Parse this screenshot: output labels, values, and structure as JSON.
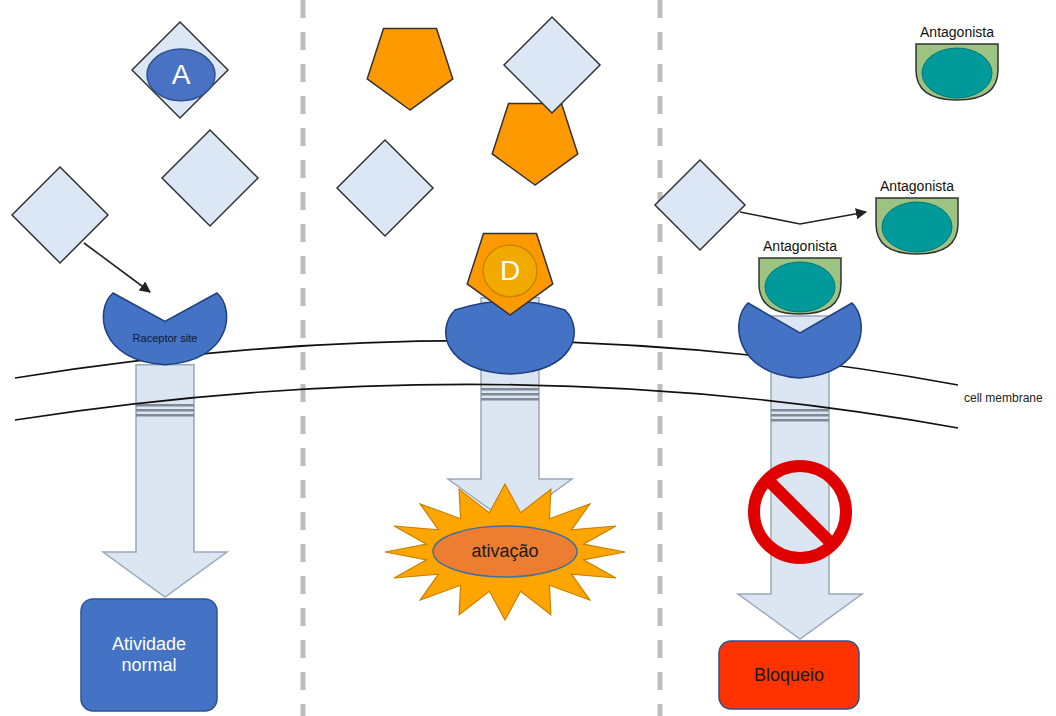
{
  "diagram": {
    "nodes": [
      {
        "text": [
          "A"
        ]
      },
      {
        "text": [
          "Raceptor site"
        ]
      },
      {
        "text": [
          "D"
        ]
      },
      {
        "text": [
          "ativação"
        ]
      },
      {
        "text": [
          "Antagonista"
        ]
      },
      {
        "text": [
          "Antagonista"
        ]
      },
      {
        "text": [
          "Antagonista"
        ]
      },
      {
        "text": [
          "Atividade normal"
        ]
      },
      {
        "text": [
          "Bloqueio"
        ]
      }
    ],
    "edges": [
      {
        "from": 1,
        "to": 7,
        "arrow": "to"
      },
      {
        "from": 2,
        "to": 3,
        "arrow": "to"
      },
      {
        "from": 6,
        "to": 8,
        "arrow": "to"
      }
    ],
    "labels": [
      "cell membrane"
    ]
  }
}
